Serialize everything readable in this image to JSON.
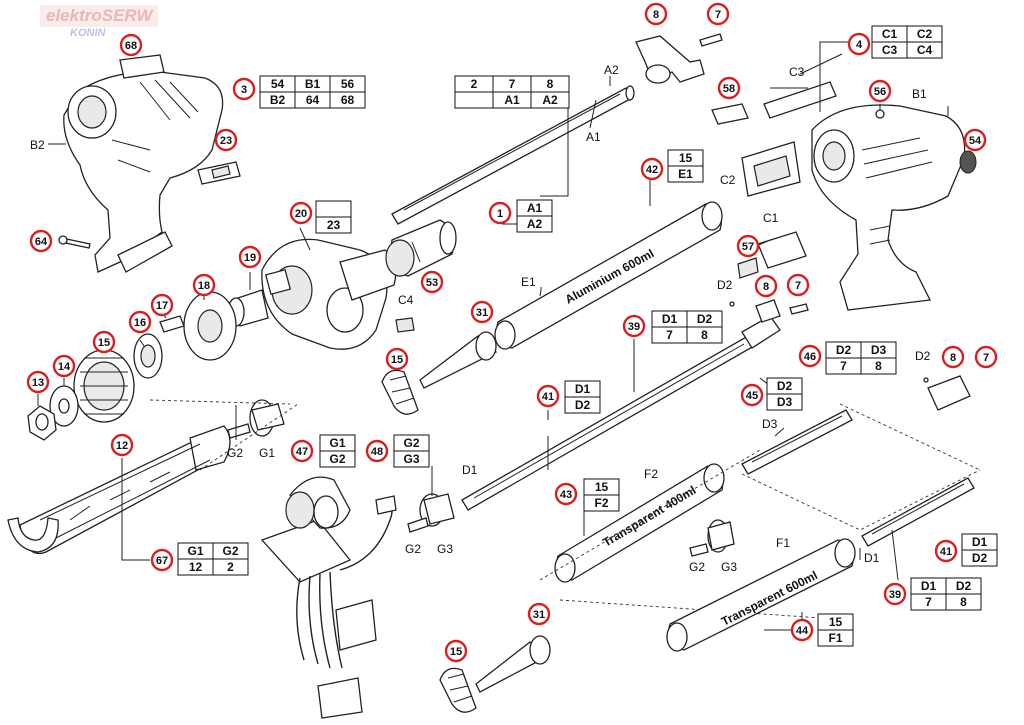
{
  "watermark": {
    "brand": "elektroSERW",
    "city": "KONIN"
  },
  "tube_texts": {
    "aluminium": "Aluminium 600ml",
    "transparent_400": "Transparent 400ml",
    "transparent_600": "Transparent 600ml"
  },
  "callouts": [
    {
      "id": "68"
    },
    {
      "id": "3"
    },
    {
      "id": "23"
    },
    {
      "id": "64"
    },
    {
      "id": "20"
    },
    {
      "id": "19"
    },
    {
      "id": "18"
    },
    {
      "id": "17"
    },
    {
      "id": "16"
    },
    {
      "id": "15"
    },
    {
      "id": "14"
    },
    {
      "id": "13"
    },
    {
      "id": "12"
    },
    {
      "id": "47"
    },
    {
      "id": "67"
    },
    {
      "id": "48"
    },
    {
      "id": "1"
    },
    {
      "id": "53"
    },
    {
      "id": "31"
    },
    {
      "id": "15"
    },
    {
      "id": "39"
    },
    {
      "id": "41"
    },
    {
      "id": "42"
    },
    {
      "id": "43"
    },
    {
      "id": "31"
    },
    {
      "id": "15"
    },
    {
      "id": "44"
    },
    {
      "id": "8"
    },
    {
      "id": "7"
    },
    {
      "id": "58"
    },
    {
      "id": "4"
    },
    {
      "id": "56"
    },
    {
      "id": "54"
    },
    {
      "id": "57"
    },
    {
      "id": "8"
    },
    {
      "id": "7"
    },
    {
      "id": "46"
    },
    {
      "id": "45"
    },
    {
      "id": "8"
    },
    {
      "id": "7"
    },
    {
      "id": "41"
    },
    {
      "id": "39"
    }
  ],
  "tables": [
    {
      "rows": [
        [
          "54",
          "B1",
          "56"
        ],
        [
          "B2",
          "64",
          "68"
        ]
      ]
    },
    {
      "rows": [
        [
          "2",
          "7",
          "8"
        ],
        [
          "",
          "A1",
          "A2"
        ]
      ]
    },
    {
      "rows": [
        [
          "A1"
        ],
        [
          "A2"
        ]
      ]
    },
    {
      "rows": [
        [
          ""
        ],
        [
          "23"
        ]
      ]
    },
    {
      "rows": [
        [
          "15"
        ],
        [
          "E1"
        ]
      ]
    },
    {
      "rows": [
        [
          "D1",
          "D2"
        ],
        [
          "7",
          "8"
        ]
      ]
    },
    {
      "rows": [
        [
          "D1"
        ],
        [
          "D2"
        ]
      ]
    },
    {
      "rows": [
        [
          "G1"
        ],
        [
          "G2"
        ]
      ]
    },
    {
      "rows": [
        [
          "G2"
        ],
        [
          "G3"
        ]
      ]
    },
    {
      "rows": [
        [
          "G1",
          "G2"
        ],
        [
          "12",
          "2"
        ]
      ]
    },
    {
      "rows": [
        [
          "15"
        ],
        [
          "F2"
        ]
      ]
    },
    {
      "rows": [
        [
          "15"
        ],
        [
          "F1"
        ]
      ]
    },
    {
      "rows": [
        [
          "C1",
          "C2"
        ],
        [
          "C3",
          "C4"
        ]
      ]
    },
    {
      "rows": [
        [
          "D2",
          "D3"
        ],
        [
          "7",
          "8"
        ]
      ]
    },
    {
      "rows": [
        [
          "D2"
        ],
        [
          "D3"
        ]
      ]
    },
    {
      "rows": [
        [
          "D1"
        ],
        [
          "D2"
        ]
      ]
    },
    {
      "rows": [
        [
          "D1",
          "D2"
        ],
        [
          "7",
          "8"
        ]
      ]
    }
  ],
  "labels": [
    "B2",
    "A2",
    "A1",
    "C3",
    "B1",
    "C2",
    "C1",
    "E1",
    "C4",
    "D2",
    "D2",
    "D3",
    "G2",
    "G1",
    "D1",
    "F2",
    "G2",
    "G3",
    "G2",
    "G3",
    "F1",
    "D1"
  ]
}
